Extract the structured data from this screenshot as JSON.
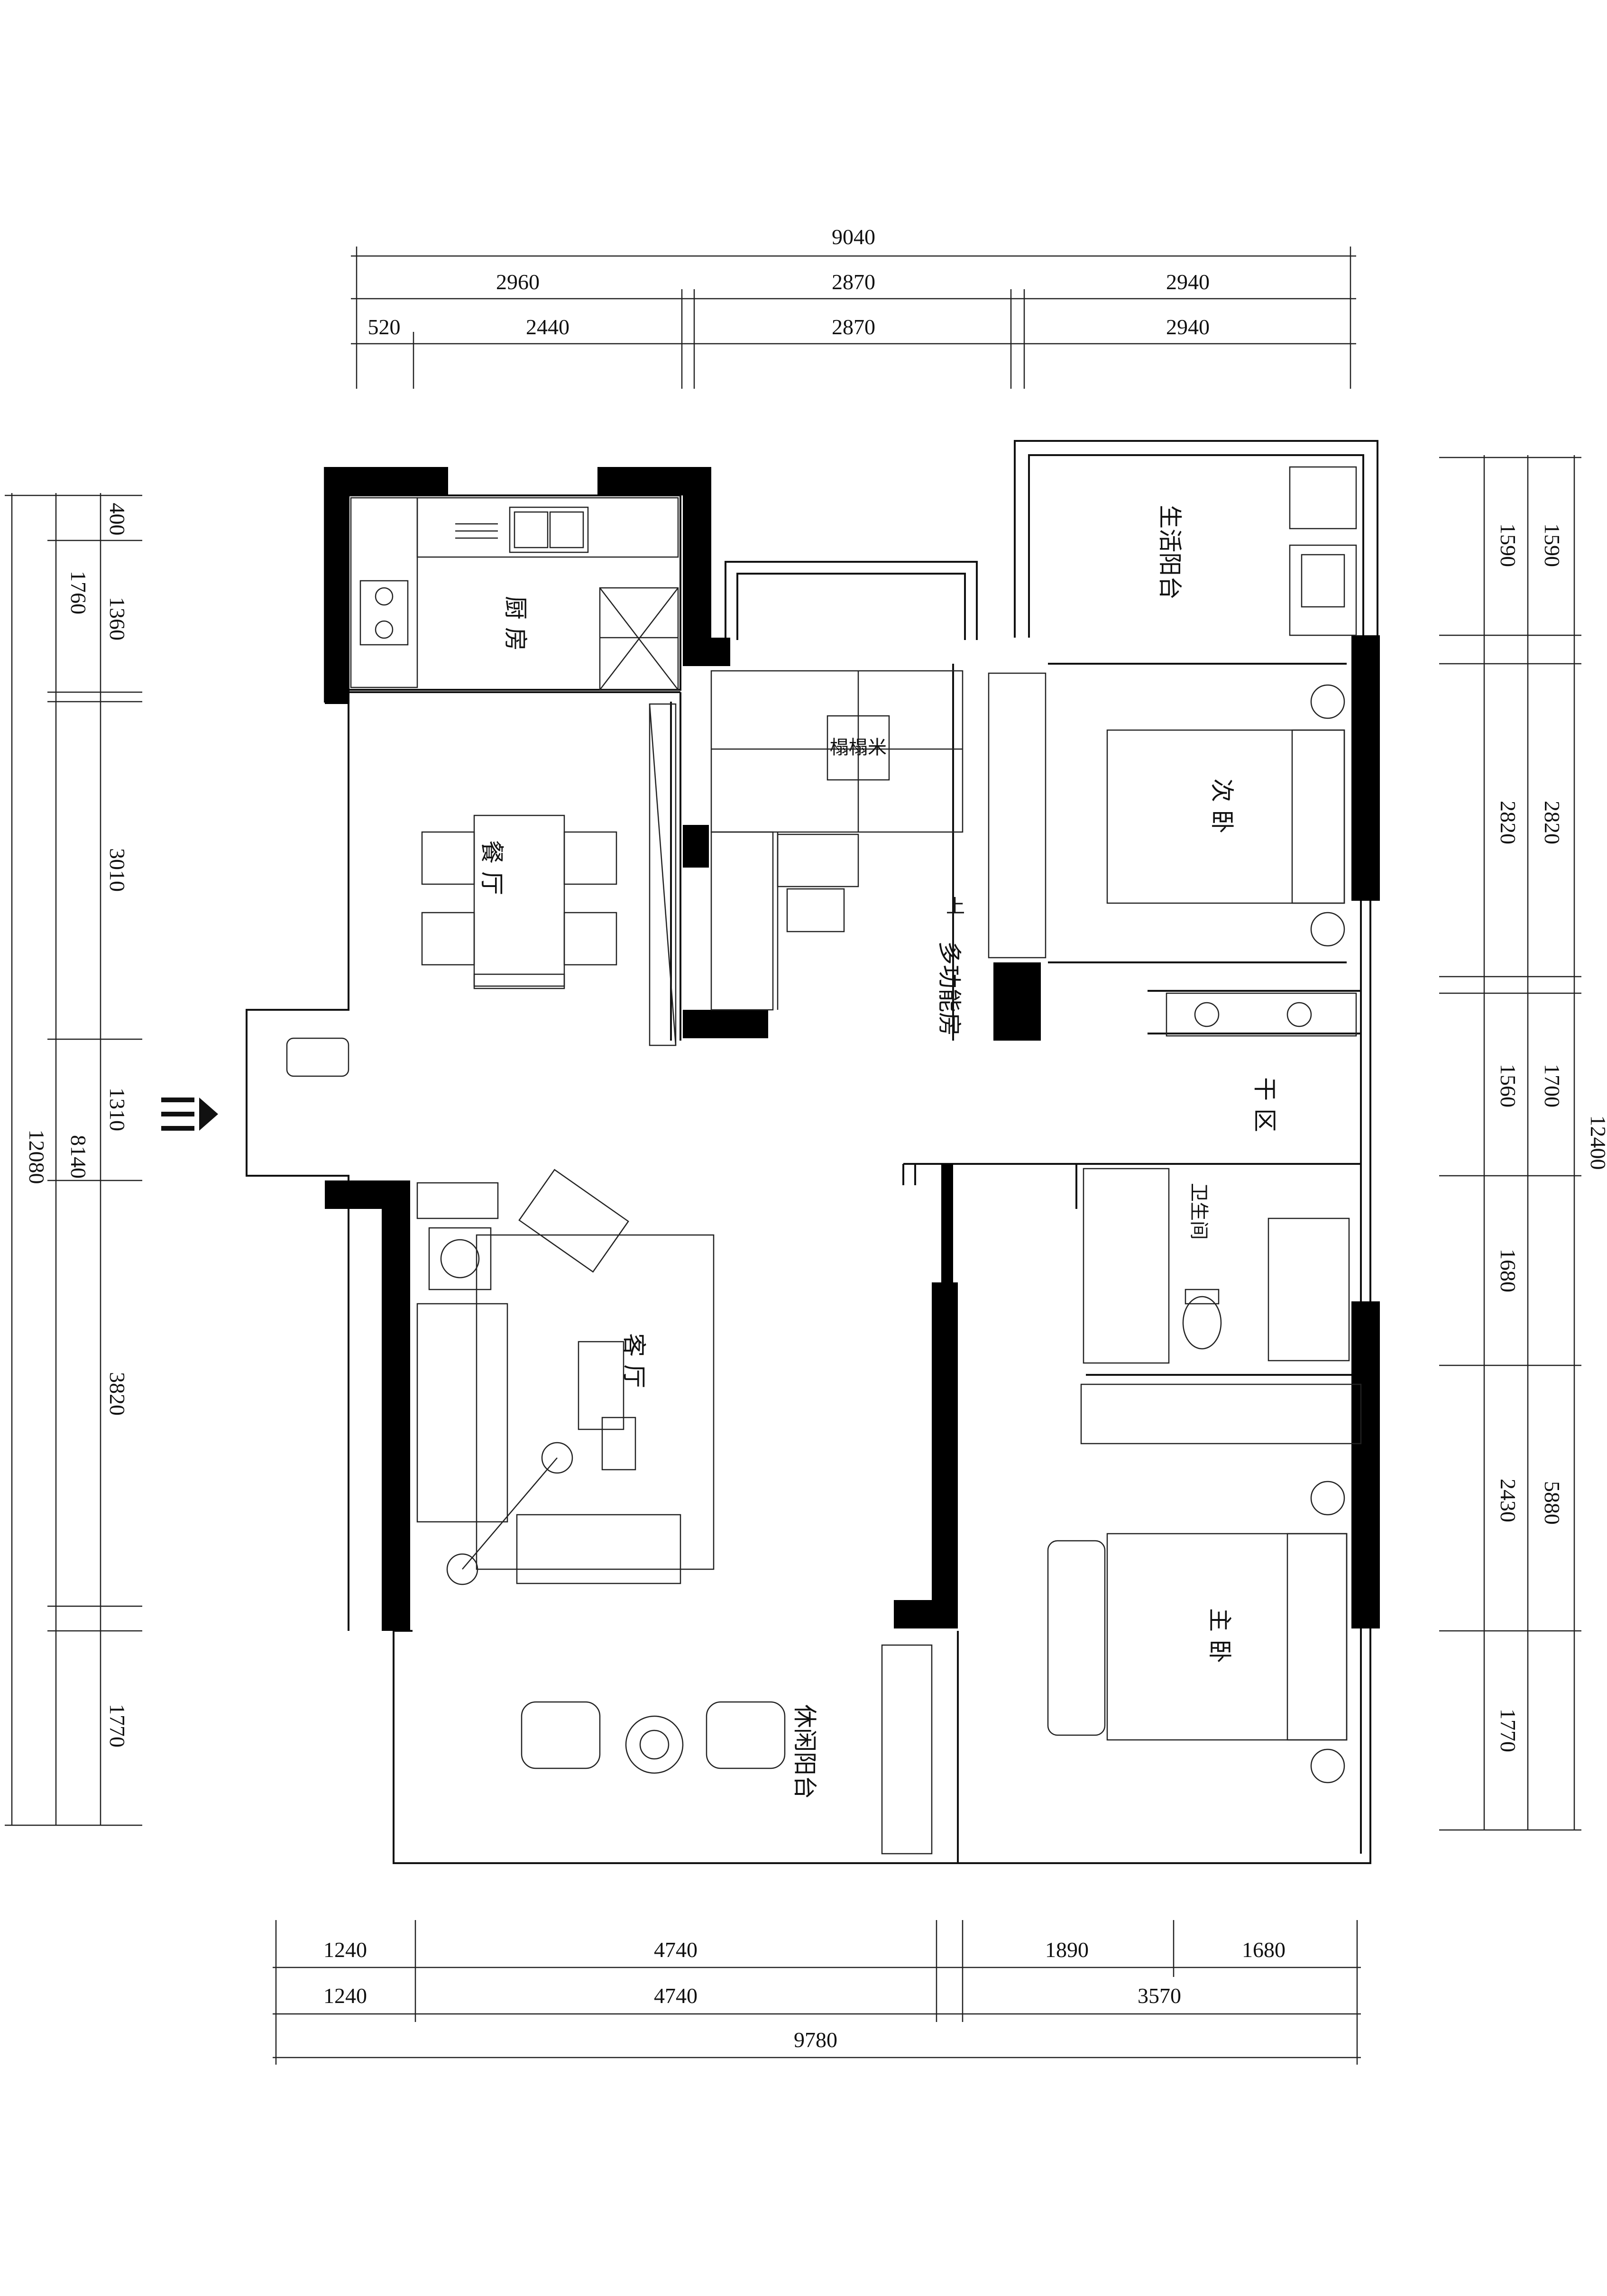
{
  "dimensions": {
    "top": {
      "overall": "9040",
      "row2": [
        "2960",
        "2870",
        "2940"
      ],
      "row3": [
        "520",
        "2440",
        "2870",
        "2940"
      ]
    },
    "bottom": {
      "row1": [
        "1240",
        "4740",
        "1890",
        "1680"
      ],
      "row2": [
        "1240",
        "4740",
        "3570"
      ],
      "overall": "9780"
    },
    "left": {
      "overall": "12080",
      "sub": "8140",
      "segments": [
        "400",
        "1760",
        "1360",
        "3010",
        "1310",
        "3820",
        "1770"
      ]
    },
    "right": {
      "overall": "12400",
      "sub": "5880",
      "inner": [
        "1590",
        "2820",
        "1560",
        "1680",
        "2430",
        "1770"
      ],
      "outer": [
        "1590",
        "2820",
        "1700"
      ]
    }
  },
  "rooms": {
    "kitchen": "厨 房",
    "dining": "餐 厅",
    "tatami": "榻榻米",
    "multi": "多功能房",
    "living": "客 厅",
    "leisure_balcony": "休闲阳台",
    "utility_balcony": "生活阳台",
    "second_bedroom": "次 卧",
    "dry_area": "干 区",
    "bathroom": "卫生间",
    "master_bedroom": "主 卧"
  },
  "symbols": {
    "entrance": "entrance-arrow-icon",
    "up_marker": "上"
  }
}
